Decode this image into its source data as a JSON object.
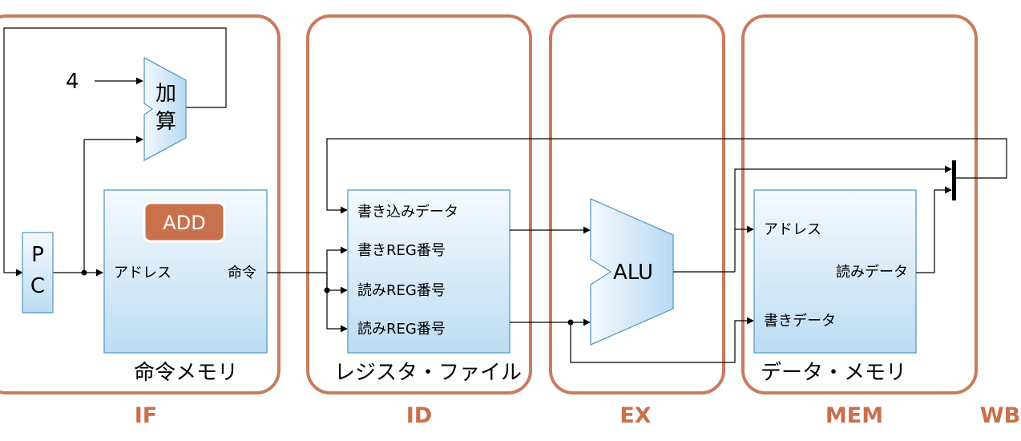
{
  "stages": [
    {
      "label": "IF",
      "title": "命令メモリ"
    },
    {
      "label": "ID",
      "title": "レジスタ・ファイル"
    },
    {
      "label": "EX",
      "title": ""
    },
    {
      "label": "MEM",
      "title": "データ・メモリ"
    },
    {
      "label": "WB",
      "title": ""
    }
  ],
  "pc": {
    "line1": "P",
    "line2": "C"
  },
  "const_four": "4",
  "adder": {
    "line1": "加",
    "line2": "算"
  },
  "instruction_memory": {
    "badge": "ADD",
    "address": "アドレス",
    "output": "命令",
    "badge_color": "#c9714d"
  },
  "register_file": {
    "write_data": "書き込みデータ",
    "write_reg": "書きREG番号",
    "read_reg1": "読みREG番号",
    "read_reg2": "読みREG番号"
  },
  "alu": {
    "label": "ALU"
  },
  "data_memory": {
    "address": "アドレス",
    "read_data": "読みデータ",
    "write_data": "書きデータ"
  },
  "colors": {
    "stage_border": "#c97b5e",
    "stage_label": "#c96f4a",
    "block_fill_top": "#f5faff",
    "block_fill_bottom": "#bcdcf2",
    "block_border": "#5a9ac6"
  }
}
